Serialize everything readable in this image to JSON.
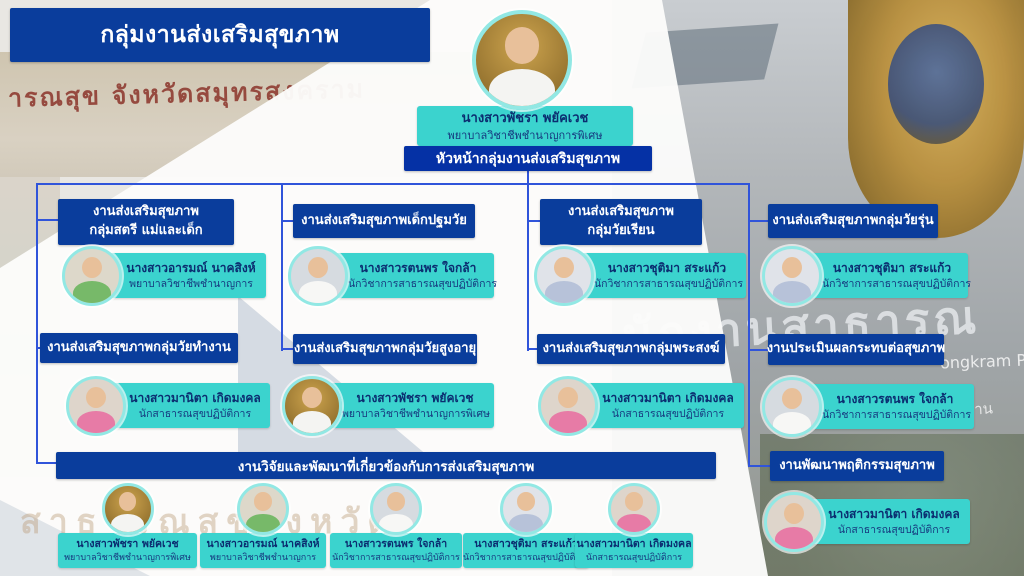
{
  "title_banner": "กลุ่มงานส่งเสริมสุขภาพ",
  "head": {
    "name": "นางสาวพัชรา พยัคเวช",
    "title": "พยาบาลวิชาชีพชำนาญการพิเศษ",
    "role": "หัวหน้ากลุ่มงานส่งเสริมสุขภาพ",
    "photo": "white-ceremonial-uniform"
  },
  "units": {
    "c1u1": {
      "label1": "งานส่งเสริมสุขภาพ",
      "label2": "กลุ่มสตรี แม่และเด็ก",
      "person": {
        "name": "นางสาวอารมณ์  นาคสิงห์",
        "title": "พยาบาลวิชาชีพชำนาญการ",
        "photo": "green-shirt"
      }
    },
    "c2u1": {
      "label1": "งานส่งเสริมสุขภาพเด็กปฐมวัย",
      "person": {
        "name": "นางสาวรตนพร ใจกล้า",
        "title": "นักวิชาการสาธารณสุขปฏิบัติการ",
        "photo": "white-uniform"
      }
    },
    "c3u1": {
      "label1": "งานส่งเสริมสุขภาพ",
      "label2": "กลุ่มวัยเรียน",
      "person": {
        "name": "นางสาวชุติมา  สระแก้ว",
        "title": "นักวิชาการสาธารณสุขปฏิบัติการ",
        "photo": "blue-shirt"
      }
    },
    "c4u1": {
      "label1": "งานส่งเสริมสุขภาพกลุ่มวัยรุ่น",
      "person": {
        "name": "นางสาวชุติมา  สระแก้ว",
        "title": "นักวิชาการสาธารณสุขปฏิบัติการ",
        "photo": "blue-shirt"
      }
    },
    "c1u2": {
      "label1": "งานส่งเสริมสุขภาพกลุ่มวัยทำงาน",
      "person": {
        "name": "นางสาวมานิตา  เกิดมงคล",
        "title": "นักสาธารณสุขปฏิบัติการ",
        "photo": "pink-shirt"
      }
    },
    "c2u2": {
      "label1": "งานส่งเสริมสุขภาพกลุ่มวัยสูงอายุ",
      "person": {
        "name": "นางสาวพัชรา  พยัคเวช",
        "title": "พยาบาลวิชาชีพชำนาญการพิเศษ",
        "photo": "white-ceremonial-uniform"
      }
    },
    "c3u2": {
      "label1": "งานส่งเสริมสุขภาพกลุ่มพระสงฆ์",
      "person": {
        "name": "นางสาวมานิตา  เกิดมงคล",
        "title": "นักสาธารณสุขปฏิบัติการ",
        "photo": "pink-shirt"
      }
    },
    "c4u2": {
      "label1": "งานประเมินผลกระทบต่อสุขภาพ",
      "person": {
        "name": "นางสาวรตนพร ใจกล้า",
        "title": "นักวิชาการสาธารณสุขปฏิบัติการ",
        "photo": "white-uniform"
      }
    },
    "c4u3": {
      "label1": "งานพัฒนาพฤติกรรมสุขภาพ",
      "person": {
        "name": "นางสาวมานิตา  เกิดมงคล",
        "title": "นักสาธารณสุขปฏิบัติการ",
        "photo": "pink-shirt"
      }
    }
  },
  "research": {
    "label": "งานวิจัยและพัฒนาที่เกี่ยวข้องกับการส่งเสริมสุขภาพ",
    "members": [
      {
        "name": "นางสาวพัชรา  พยัคเวช",
        "title": "พยาบาลวิชาชีพชำนาญการพิเศษ",
        "photo": "white-ceremonial-uniform"
      },
      {
        "name": "นางสาวอารมณ์  นาคสิงห์",
        "title": "พยาบาลวิชาชีพชำนาญการ",
        "photo": "green-shirt"
      },
      {
        "name": "นางสาวรตนพร ใจกล้า",
        "title": "นักวิชาการสาธารณสุขปฏิบัติการ",
        "photo": "white-uniform"
      },
      {
        "name": "นางสาวชุติมา  สระแก้ว",
        "title": "นักวิชาการสาธารณสุขปฏิบัติการ",
        "photo": "blue-shirt"
      },
      {
        "name": "นางสาวมานิตา  เกิดมงคล",
        "title": "นักสาธารณสุขปฏิบัติการ",
        "photo": "pink-shirt"
      }
    ]
  },
  "background_text": {
    "top_left_sign": "ารณสุข จังหวัดสมุทรสงคราม",
    "right_large": "นักงานสาธารณ",
    "right_small_latin": "ongkram P",
    "right_small_thai": "สำนักงาน",
    "bottom_faded": "สาธารณสุขจังหวัด"
  },
  "colors": {
    "banner_blue": "#0a3d9c",
    "head_banner_blue": "#0531a5",
    "card_cyan": "#3bd3ce",
    "connector_blue": "#3054da",
    "name_navy": "#0b2d70"
  }
}
